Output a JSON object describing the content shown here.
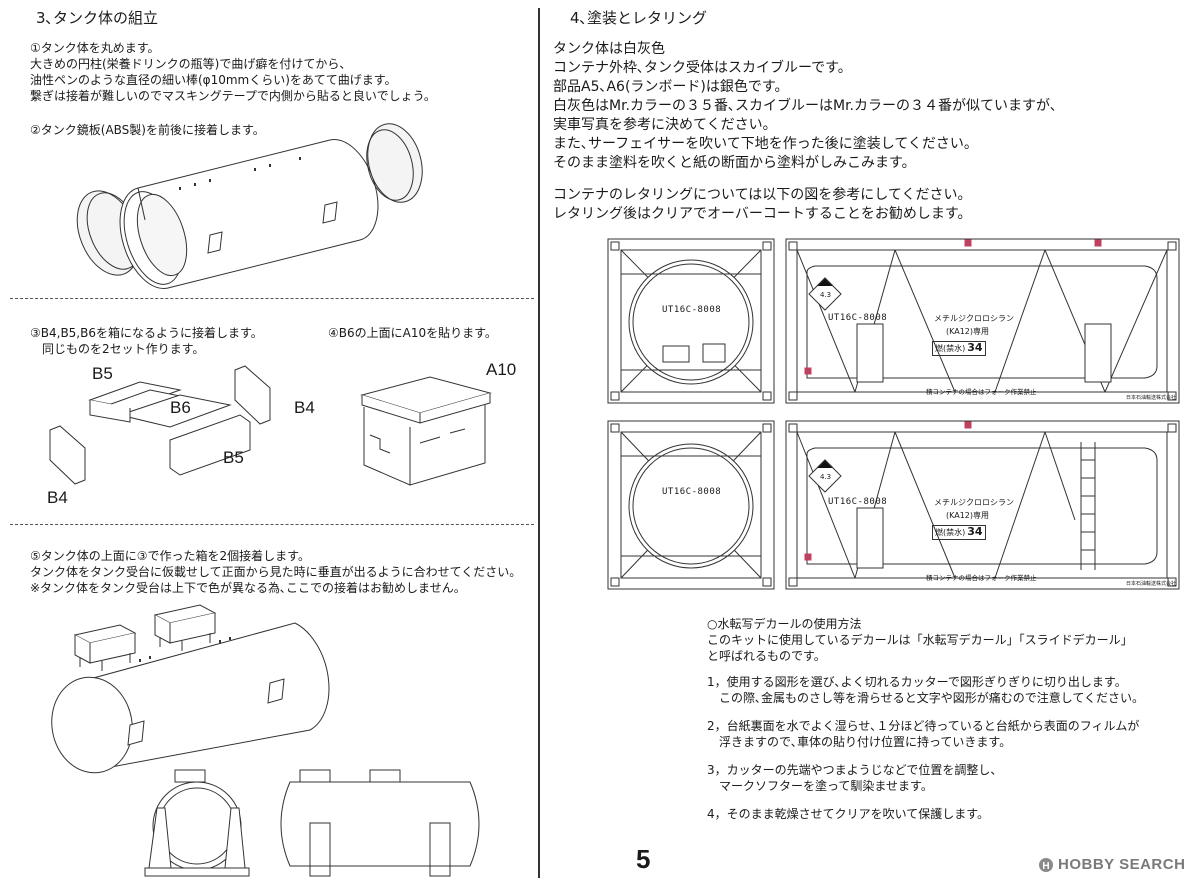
{
  "left": {
    "section3_title": "3､タンク体の組立",
    "step1": [
      "①タンク体を丸めます。",
      "大きめの円柱(栄養ドリンクの瓶等)で曲げ癖を付けてから、",
      "油性ペンのような直径の細い棒(φ10mmくらい)をあてて曲げます。",
      "繋ぎは接着が難しいのでマスキングテープで内側から貼ると良いでしょう。"
    ],
    "step2": "②タンク鏡板(ABS製)を前後に接着します。",
    "step3": [
      "③B4,B5,B6を箱になるように接着します。",
      "　同じものを2セット作ります。"
    ],
    "step4": "④B6の上面にA10を貼ります。",
    "part_labels": {
      "b5_top": "B5",
      "b6": "B6",
      "b4_right": "B4",
      "b5_bottom": "B5",
      "b4_left": "B4",
      "a10": "A10"
    },
    "step5": [
      "⑤タンク体の上面に③で作った箱を2個接着します。",
      "タンク体をタンク受台に仮載せして正面から見た時に垂直が出るように合わせてください。",
      "※タンク体をタンク受台は上下で色が異なる為､ここでの接着はお勧めしません。"
    ]
  },
  "right": {
    "section4_title": "4､塗装とレタリング",
    "paint": [
      "タンク体は白灰色",
      "コンテナ外枠､タンク受体はスカイブルーです。",
      "部品A5､A6(ランボード)は銀色です。",
      "白灰色はMr.カラーの３５番､スカイブルーはMr.カラーの３４番が似ていますが､",
      "実車写真を参考に決めてください。",
      "また､サーフェイサーを吹いて下地を作った後に塗装してください。",
      "そのまま塗料を吹くと紙の断面から塗料がしみこみます。"
    ],
    "lettering": [
      "コンテナのレタリングについては以下の図を参考にしてください。",
      "レタリング後はクリアでオーバーコートすることをお勧めします。"
    ],
    "container": {
      "code": "UT16C-8008",
      "chemical": "メチルジクロロシラン",
      "chem_code": "(KA12)専用",
      "hazard_label": "燃(禁水)",
      "hazard_num": "34",
      "forklift": "積コンテナの場合はフォーク作業禁止",
      "hazard_class": "4.3",
      "owner": "日本石油輸送株式会社"
    },
    "decal_title": "○水転写デカールの使用方法",
    "decal_intro": [
      "このキットに使用しているデカールは「水転写デカール」「スライドデカール」",
      "と呼ばれるものです。"
    ],
    "decal_steps": [
      [
        "1，使用する図形を選び､よく切れるカッターで図形ぎりぎりに切り出します。",
        "　この際､金属ものさし等を滑らせると文字や図形が痛むので注意してください。"
      ],
      [
        "2，台紙裏面を水でよく湿らせ､１分ほど待っていると台紙から表面のフィルムが",
        "　浮きますので､車体の貼り付け位置に持っていきます。"
      ],
      [
        "3，カッターの先端やつまようじなどで位置を調整し、",
        "　マークソフターを塗って馴染ませます。"
      ],
      [
        "4，そのまま乾燥させてクリアを吹いて保護します。"
      ]
    ]
  },
  "footer": {
    "page_number": "5",
    "watermark": "HOBBY SEARCH"
  }
}
